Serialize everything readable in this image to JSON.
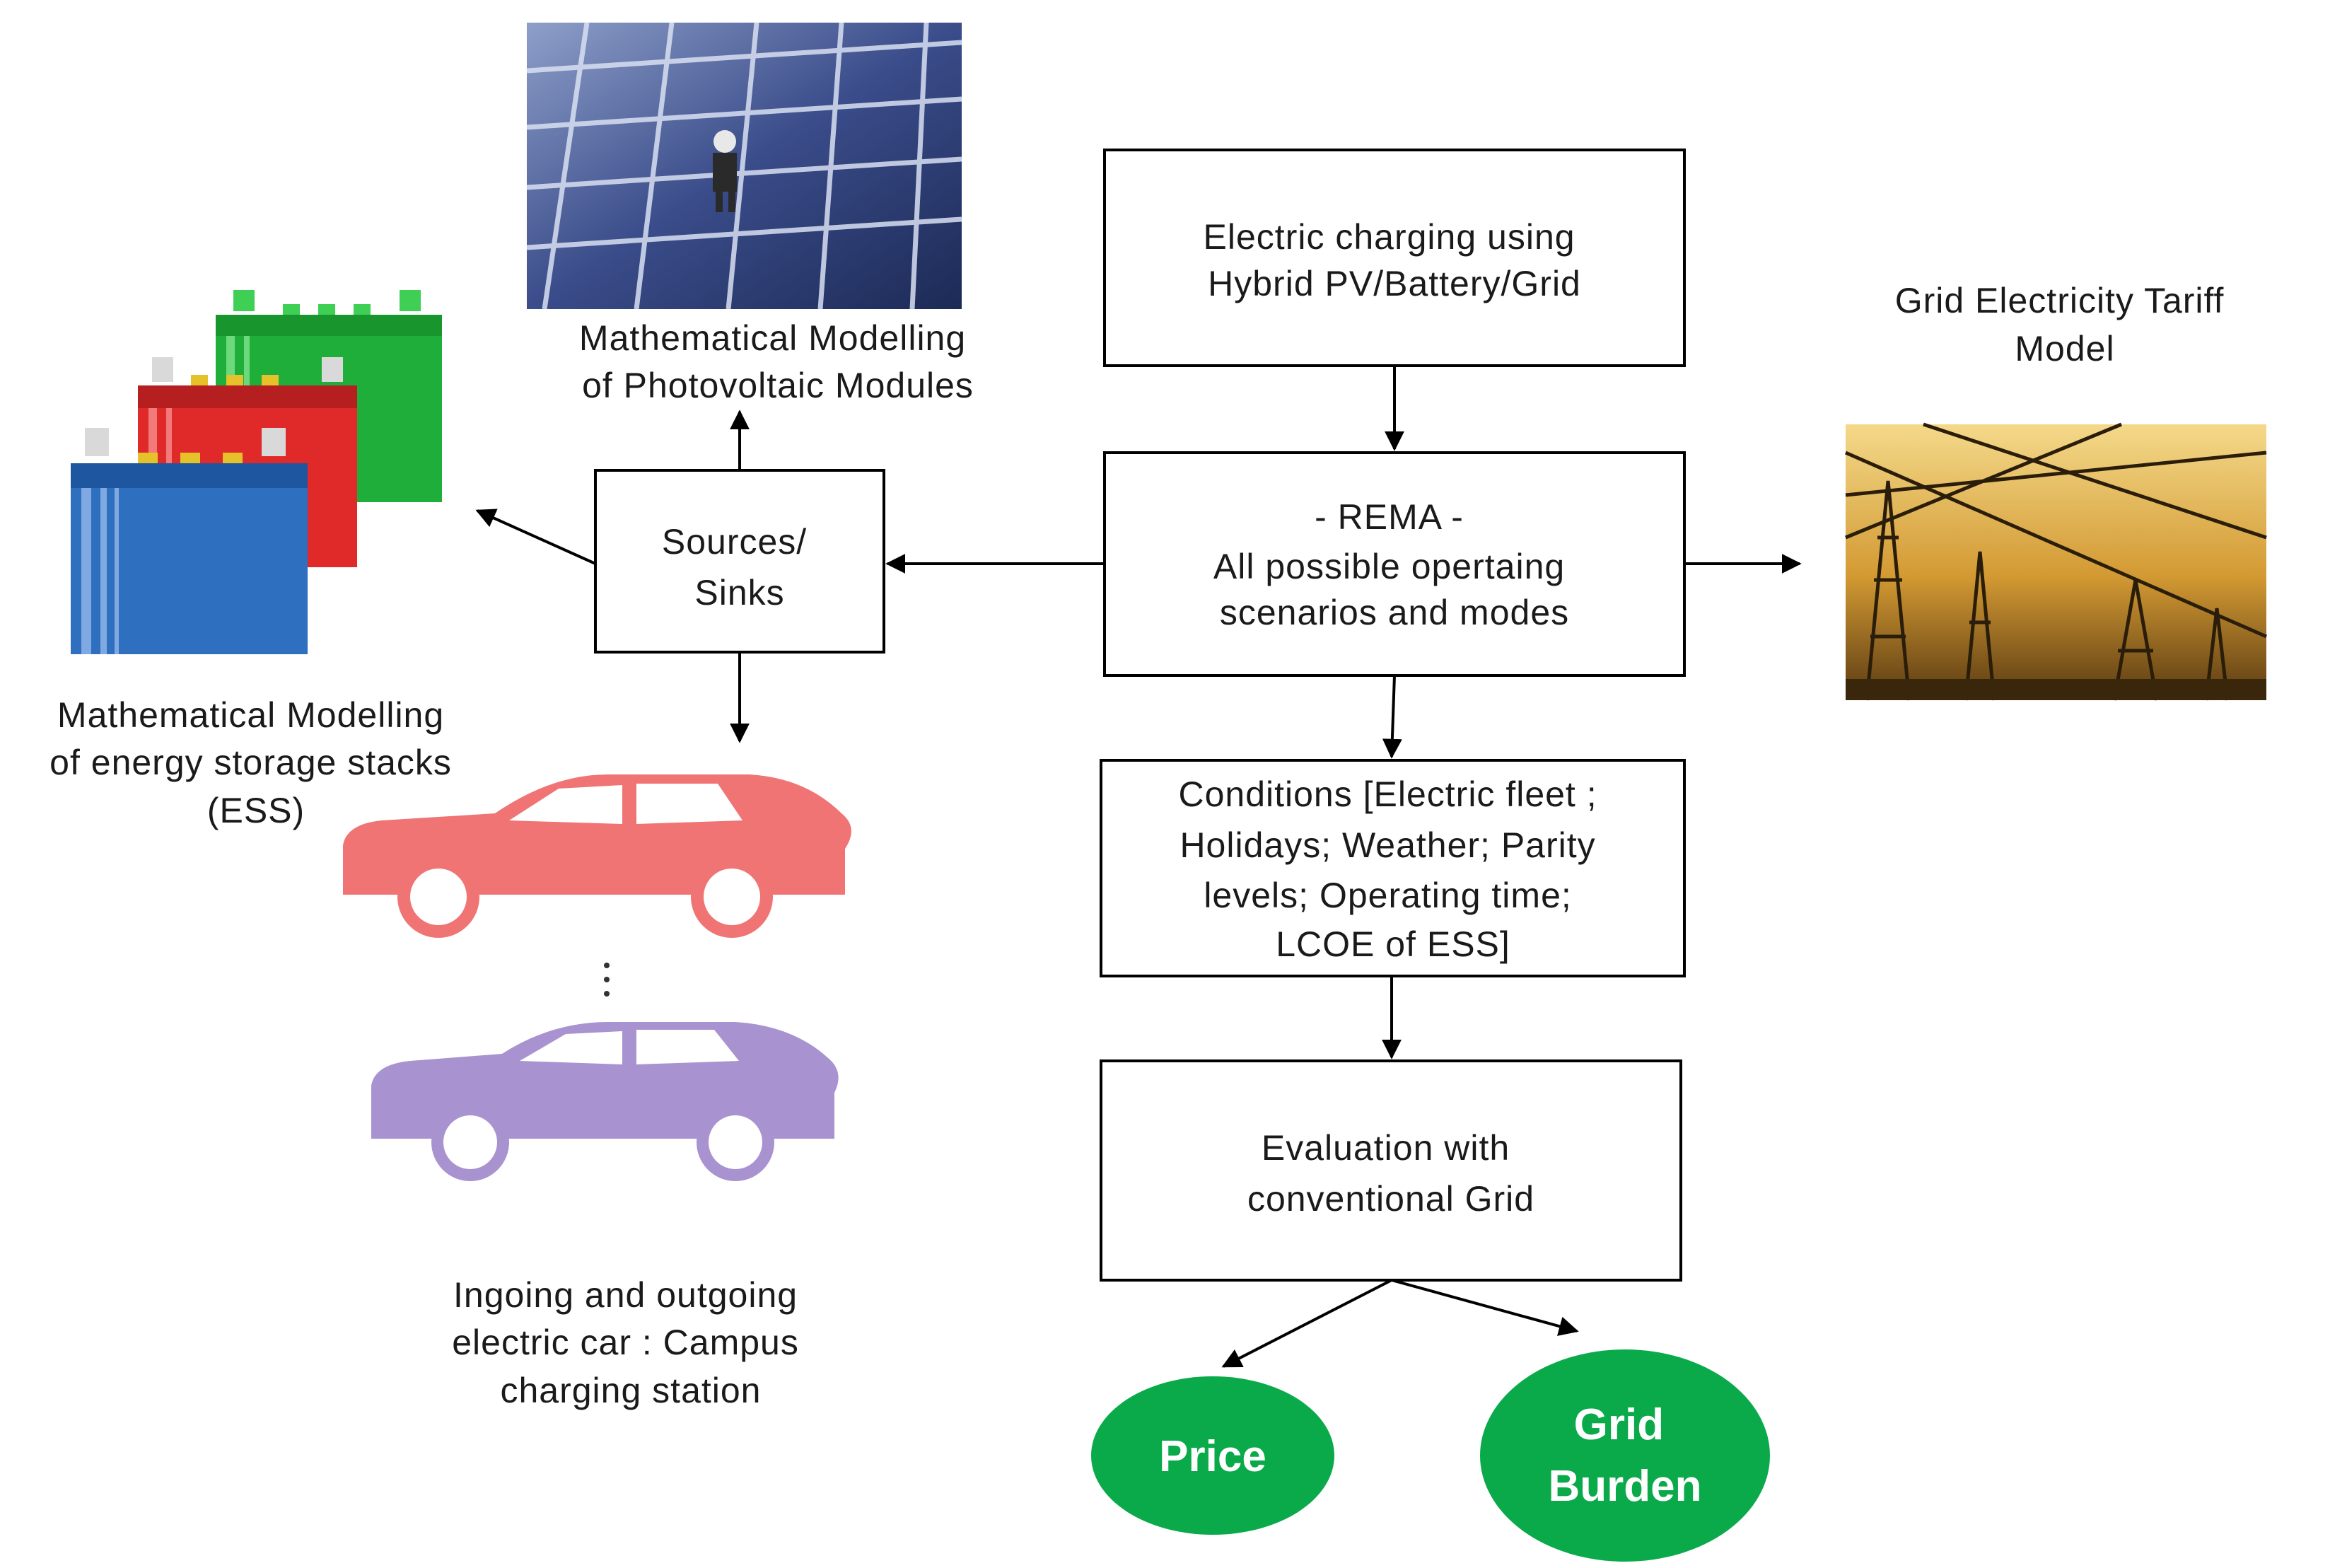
{
  "boxes": {
    "charging": [
      "Electric charging using",
      "Hybrid PV/Battery/Grid"
    ],
    "rema": [
      "- REMA -",
      "All possible opertaing",
      "scenarios and modes"
    ],
    "sources": [
      "Sources/",
      "Sinks"
    ],
    "conditions": [
      "Conditions [Electric fleet ;",
      "Holidays; Weather; Parity",
      "levels; Operating time;",
      "LCOE of ESS]"
    ],
    "evaluation": [
      "Evaluation with",
      "conventional Grid"
    ]
  },
  "outcomes": {
    "price": [
      "Price"
    ],
    "grid_burden": [
      "Grid",
      "Burden"
    ]
  },
  "labels": {
    "pv": [
      "Mathematical Modelling",
      "of Photovoltaic Modules"
    ],
    "tariff": [
      "Grid Electricity Tariff",
      "Model"
    ],
    "ess": [
      "Mathematical Modelling",
      "of energy storage stacks",
      "(ESS)"
    ],
    "cars": [
      "Ingoing and outgoing",
      "electric car : Campus",
      "charging station"
    ]
  },
  "colors": {
    "oval_green": "#0aaa4a",
    "battery_green": "#1fae3a",
    "battery_red": "#e02a2a",
    "battery_blue": "#2e6fc0",
    "car_red": "#f07474",
    "car_purple": "#a892cf",
    "pv_panel": "#3a4c8a",
    "tariff_sky": "#e0b24a"
  },
  "icons": [
    "solar-panels-icon",
    "battery-stack-icon",
    "power-lines-icon",
    "car-icon"
  ]
}
